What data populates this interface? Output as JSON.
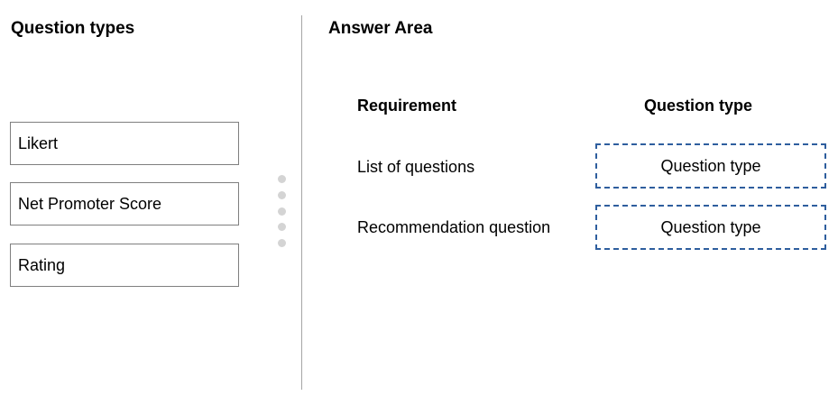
{
  "left_panel": {
    "title": "Question types",
    "options": [
      {
        "label": "Likert"
      },
      {
        "label": "Net Promoter Score"
      },
      {
        "label": "Rating"
      }
    ]
  },
  "right_panel": {
    "title": "Answer Area",
    "columns": {
      "requirement": "Requirement",
      "question_type": "Question type"
    },
    "rows": [
      {
        "requirement": "List of questions",
        "placeholder": "Question type"
      },
      {
        "requirement": "Recommendation question",
        "placeholder": "Question type"
      }
    ]
  },
  "colors": {
    "drop_target_border": "#2e5e9e",
    "option_border": "#7f7f7f",
    "divider": "#a6a6a6"
  }
}
